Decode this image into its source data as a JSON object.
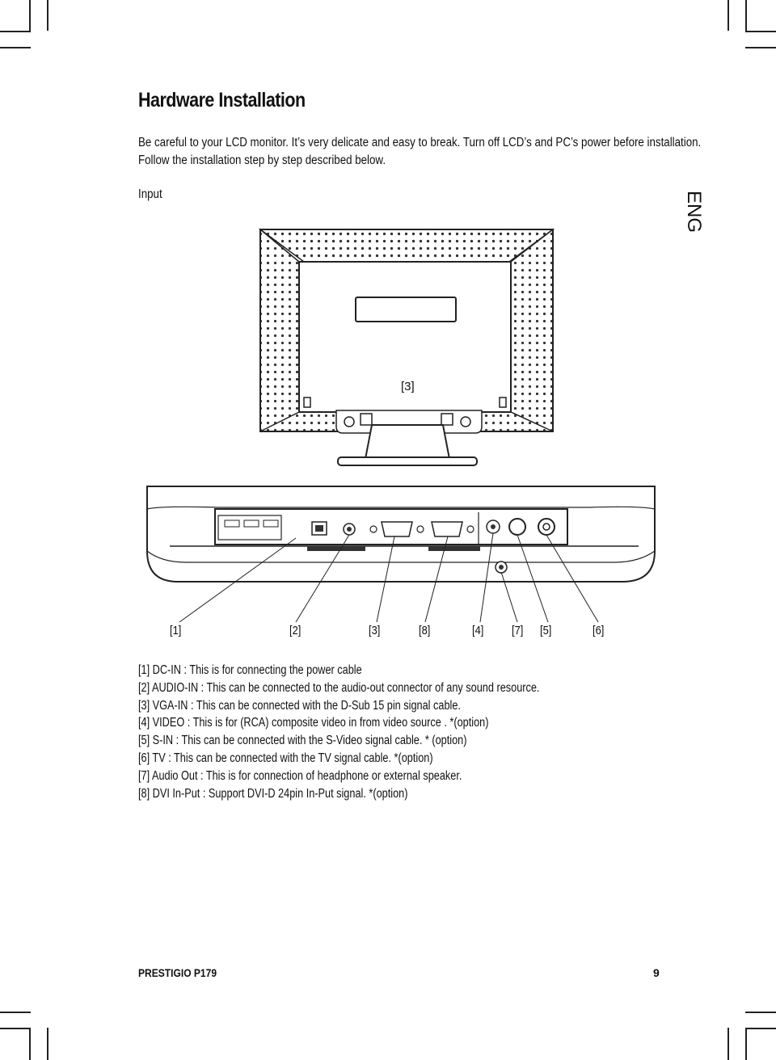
{
  "page": {
    "title": "Hardware Installation",
    "intro_line1": "Be careful to your LCD monitor. It’s very delicate and easy to break. Turn off LCD’s and PC’s power before installation.",
    "intro_line2": "Follow the installation step by step described below.",
    "section_label": "Input",
    "side_tab": "ENG"
  },
  "diagram": {
    "back_label": "[3]",
    "callouts": [
      "[1]",
      "[2]",
      "[3]",
      "[8]",
      "[4]",
      "[7]",
      "[5]",
      "[6]"
    ]
  },
  "descriptions": [
    "[1] DC-IN : This is for connecting the power cable",
    "[2] AUDIO-IN : This can be connected to the audio-out connector of any sound resource.",
    "[3] VGA-IN : This can be connected with the D-Sub 15 pin signal cable.",
    "[4] VIDEO : This is for (RCA) composite video in from video source . *(option)",
    "[5] S-IN : This can be connected with the S-Video signal cable. * (option)",
    "[6] TV : This can be connected with the TV signal cable. *(option)",
    "[7] Audio Out : This is for connection of headphone or external speaker.",
    "[8] DVI In-Put : Support DVI-D 24pin In-Put signal. *(option)"
  ],
  "footer": {
    "product": "PRESTIGIO P179",
    "page_number": "9"
  }
}
